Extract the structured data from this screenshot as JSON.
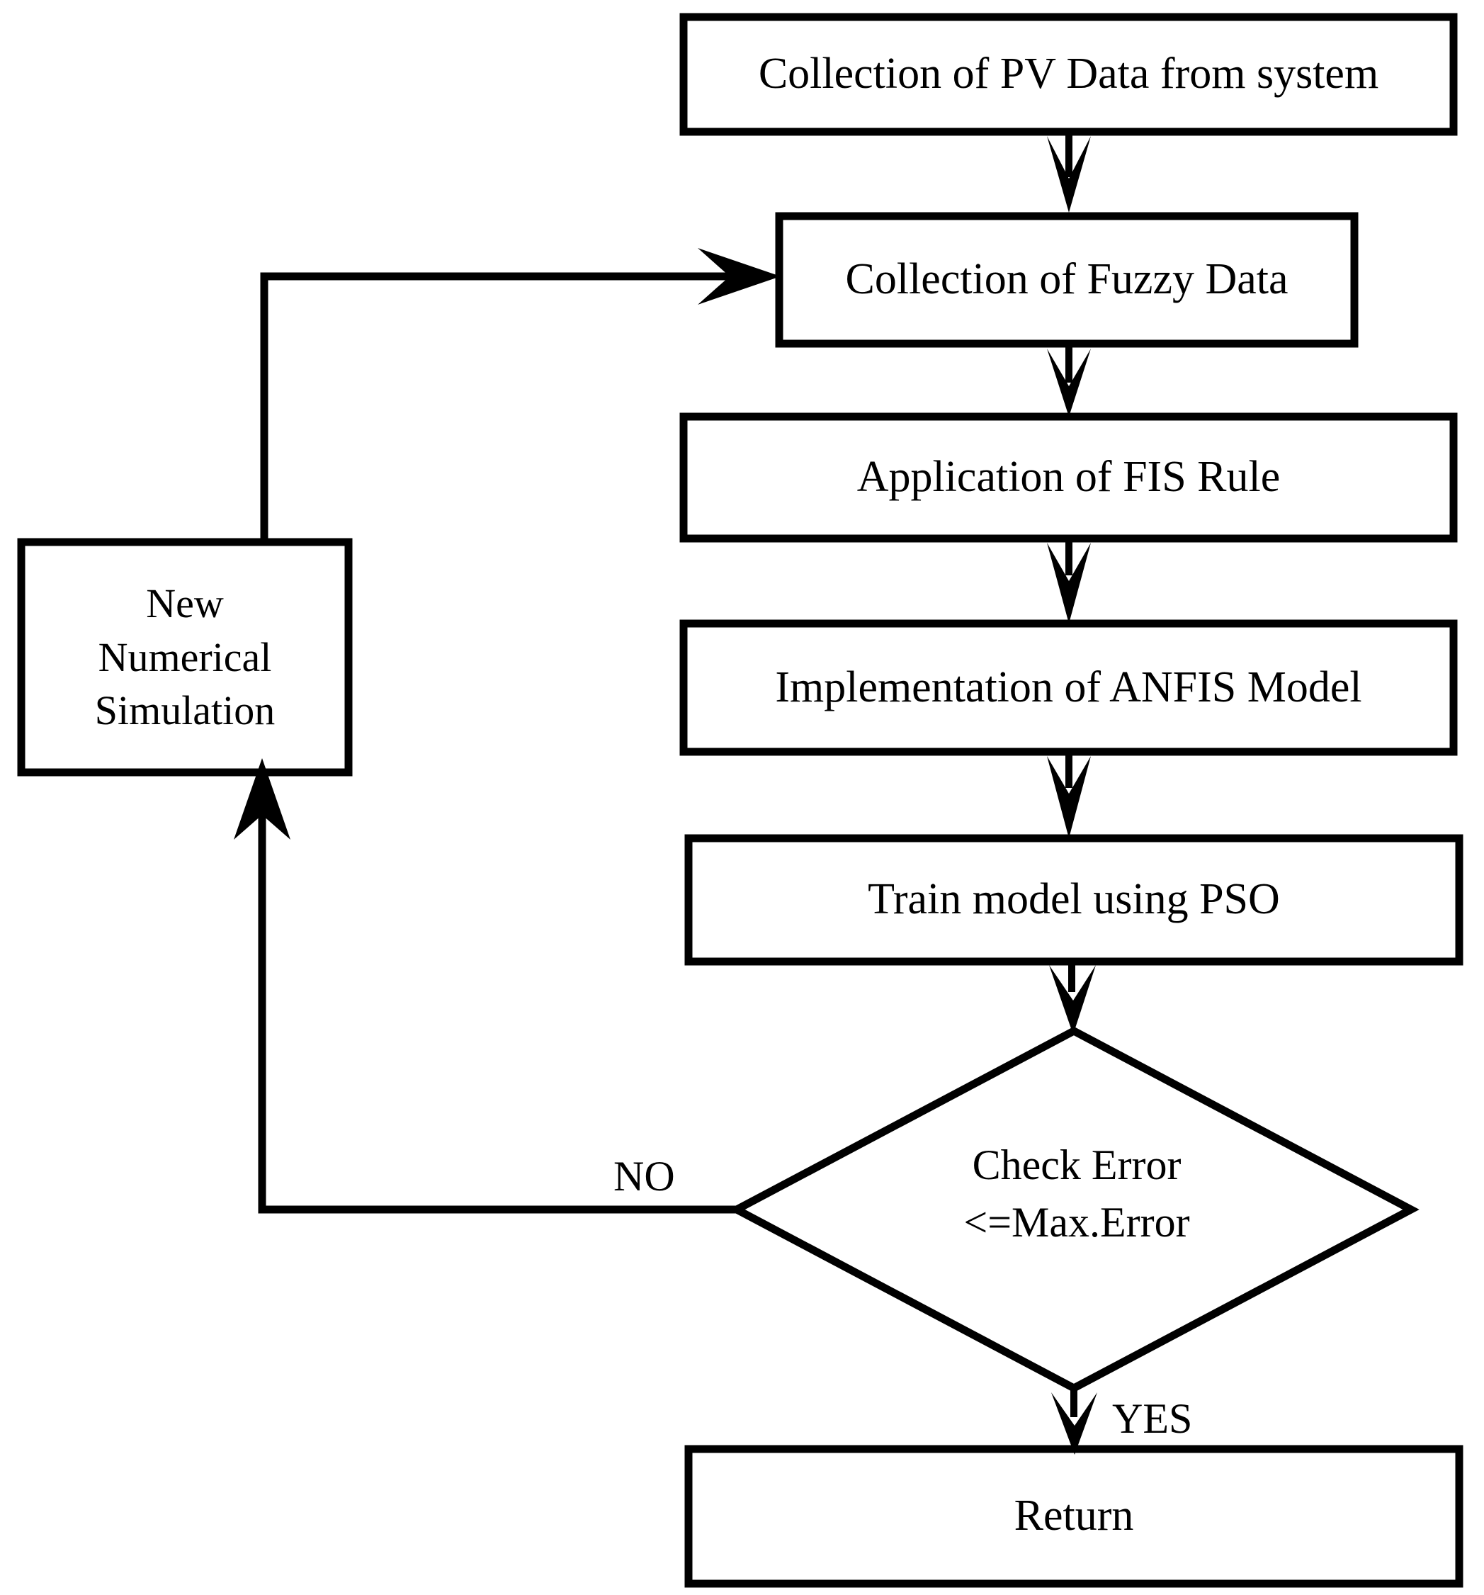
{
  "diagram": {
    "type": "flowchart",
    "title": "ANFIS-PSO PV modelling flowchart",
    "stroke_color": "#000000",
    "fill_color": "#ffffff",
    "background_color": "#ffffff",
    "nodes": [
      {
        "id": "collect_pv",
        "shape": "rectangle",
        "label": "Collection of PV Data from system"
      },
      {
        "id": "collect_fuzzy",
        "shape": "rectangle",
        "label": "Collection of Fuzzy Data"
      },
      {
        "id": "fis_rule",
        "shape": "rectangle",
        "label": "Application of FIS Rule"
      },
      {
        "id": "anfis_model",
        "shape": "rectangle",
        "label": "Implementation of ANFIS Model"
      },
      {
        "id": "train_pso",
        "shape": "rectangle",
        "label": "Train model using PSO"
      },
      {
        "id": "check_error",
        "shape": "diamond",
        "label": "Check Error\n<=Max.Error"
      },
      {
        "id": "return",
        "shape": "rectangle",
        "label": "Return"
      },
      {
        "id": "new_sim",
        "shape": "rectangle",
        "label": "New\nNumerical\nSimulation"
      }
    ],
    "edges": [
      {
        "from": "collect_pv",
        "to": "collect_fuzzy",
        "label": ""
      },
      {
        "from": "collect_fuzzy",
        "to": "fis_rule",
        "label": ""
      },
      {
        "from": "fis_rule",
        "to": "anfis_model",
        "label": ""
      },
      {
        "from": "anfis_model",
        "to": "train_pso",
        "label": ""
      },
      {
        "from": "train_pso",
        "to": "check_error",
        "label": ""
      },
      {
        "from": "check_error",
        "to": "return",
        "label": "YES"
      },
      {
        "from": "check_error",
        "to": "new_sim",
        "label": "NO"
      },
      {
        "from": "new_sim",
        "to": "collect_fuzzy",
        "label": ""
      }
    ],
    "edge_labels": {
      "no": "NO",
      "yes": "YES"
    }
  }
}
